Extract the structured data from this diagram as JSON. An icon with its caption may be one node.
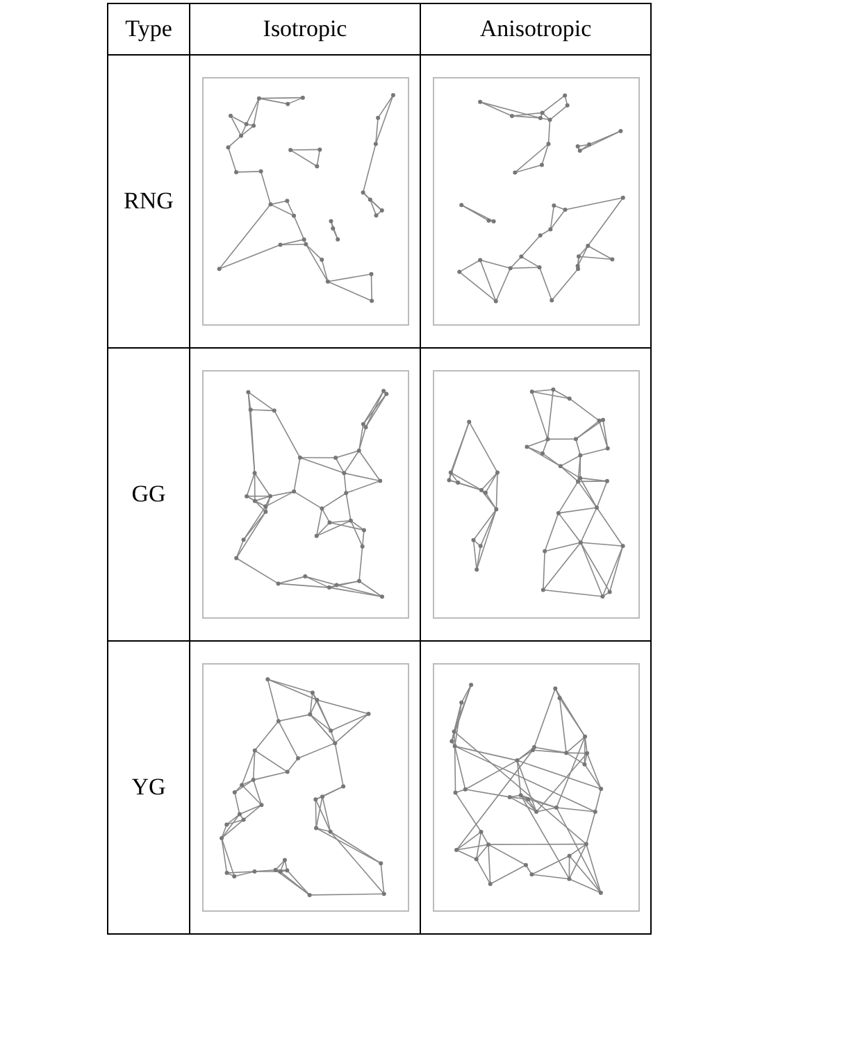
{
  "diagram": {
    "labels": [
      "Type",
      "Isotropic",
      "Anisotropic",
      "RNG",
      "GG",
      "YG"
    ]
  }
}
